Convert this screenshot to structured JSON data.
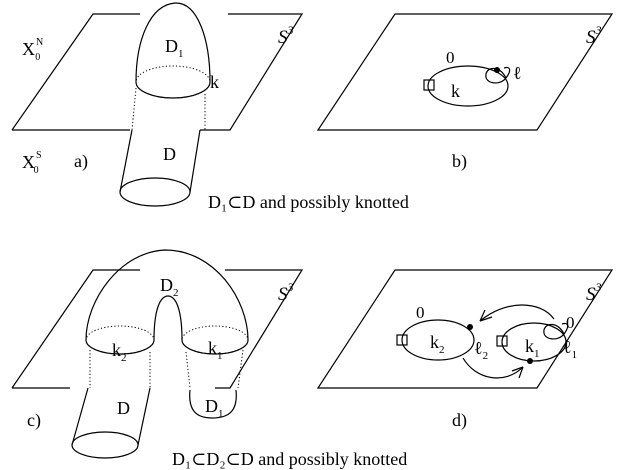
{
  "panel_a": {
    "label": "a)",
    "space": "S",
    "space_exp": "3",
    "north": "X",
    "north_sub": "0",
    "north_sup": "N",
    "south": "X",
    "south_sub": "0",
    "south_sup": "S",
    "disk_top": "D",
    "disk_top_sub": "1",
    "disk_bottom": "D",
    "knot": "k",
    "caption": "D₁⊂D and possibly knotted"
  },
  "panel_b": {
    "label": "b)",
    "space": "S",
    "space_exp": "3",
    "framing": "0",
    "knot": "k",
    "loop": "ℓ"
  },
  "panel_c": {
    "label": "c)",
    "space": "S",
    "space_exp": "3",
    "disk_arch": "D",
    "disk_arch_sub": "2",
    "knot_left": "k",
    "knot_left_sub": "2",
    "knot_right": "k",
    "knot_right_sub": "1",
    "disk_bottom": "D",
    "disk_small": "D",
    "disk_small_sub": "1",
    "caption": "D₁⊂D₂⊂D and possibly knotted"
  },
  "panel_d": {
    "label": "d)",
    "space": "S",
    "space_exp": "3",
    "framing_left": "0",
    "framing_right": "0",
    "knot_left": "k",
    "knot_left_sub": "2",
    "knot_right": "k",
    "knot_right_sub": "1",
    "loop_left": "ℓ",
    "loop_left_sub": "2",
    "loop_right": "ℓ",
    "loop_right_sub": "1"
  }
}
